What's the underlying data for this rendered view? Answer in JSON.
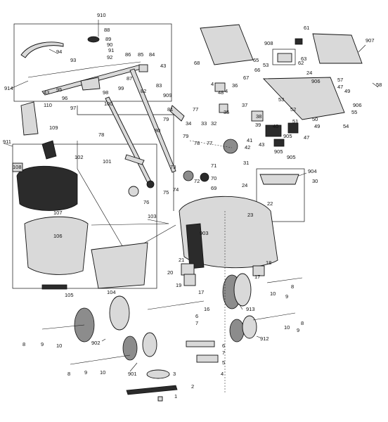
{
  "labels": [
    {
      "id": "910",
      "t": "910"
    },
    {
      "id": "88",
      "t": "88"
    },
    {
      "id": "89",
      "t": "89"
    },
    {
      "id": "90",
      "t": "90"
    },
    {
      "id": "91",
      "t": "91"
    },
    {
      "id": "92",
      "t": "92"
    },
    {
      "id": "94",
      "t": "94"
    },
    {
      "id": "93",
      "t": "93"
    },
    {
      "id": "914",
      "t": "914"
    },
    {
      "id": "43a",
      "t": "43"
    },
    {
      "id": "95",
      "t": "95"
    },
    {
      "id": "96",
      "t": "96"
    },
    {
      "id": "97",
      "t": "97"
    },
    {
      "id": "98",
      "t": "98"
    },
    {
      "id": "99",
      "t": "99"
    },
    {
      "id": "87",
      "t": "87"
    },
    {
      "id": "86",
      "t": "86"
    },
    {
      "id": "85",
      "t": "85"
    },
    {
      "id": "84",
      "t": "84"
    },
    {
      "id": "43b",
      "t": "43"
    },
    {
      "id": "83",
      "t": "83"
    },
    {
      "id": "82",
      "t": "82"
    },
    {
      "id": "100",
      "t": "100"
    },
    {
      "id": "110",
      "t": "110"
    },
    {
      "id": "109",
      "t": "109"
    },
    {
      "id": "911",
      "t": "911"
    },
    {
      "id": "108",
      "t": "108"
    },
    {
      "id": "107",
      "t": "107"
    },
    {
      "id": "106",
      "t": "106"
    },
    {
      "id": "105",
      "t": "105"
    },
    {
      "id": "104",
      "t": "104"
    },
    {
      "id": "103",
      "t": "103"
    },
    {
      "id": "102",
      "t": "102"
    },
    {
      "id": "101",
      "t": "101"
    },
    {
      "id": "78a",
      "t": "78"
    },
    {
      "id": "80",
      "t": "80"
    },
    {
      "id": "79a",
      "t": "79"
    },
    {
      "id": "79b",
      "t": "79"
    },
    {
      "id": "78b",
      "t": "78"
    },
    {
      "id": "909",
      "t": "909"
    },
    {
      "id": "81",
      "t": "81"
    },
    {
      "id": "77a",
      "t": "77"
    },
    {
      "id": "77b",
      "t": "77"
    },
    {
      "id": "73",
      "t": "73"
    },
    {
      "id": "72",
      "t": "72"
    },
    {
      "id": "71",
      "t": "71"
    },
    {
      "id": "70",
      "t": "70"
    },
    {
      "id": "74",
      "t": "74"
    },
    {
      "id": "75",
      "t": "75"
    },
    {
      "id": "76",
      "t": "76"
    },
    {
      "id": "69",
      "t": "69"
    },
    {
      "id": "68",
      "t": "68"
    },
    {
      "id": "67",
      "t": "67"
    },
    {
      "id": "66",
      "t": "66"
    },
    {
      "id": "65",
      "t": "65"
    },
    {
      "id": "53a",
      "t": "53"
    },
    {
      "id": "908",
      "t": "908"
    },
    {
      "id": "61",
      "t": "61"
    },
    {
      "id": "907",
      "t": "907"
    },
    {
      "id": "62",
      "t": "62"
    },
    {
      "id": "63",
      "t": "63"
    },
    {
      "id": "24a",
      "t": "24"
    },
    {
      "id": "58",
      "t": "58"
    },
    {
      "id": "906a",
      "t": "906"
    },
    {
      "id": "57",
      "t": "57"
    },
    {
      "id": "47a",
      "t": "47"
    },
    {
      "id": "49a",
      "t": "49"
    },
    {
      "id": "906b",
      "t": "906"
    },
    {
      "id": "55",
      "t": "55"
    },
    {
      "id": "54",
      "t": "54"
    },
    {
      "id": "48",
      "t": "48"
    },
    {
      "id": "4a",
      "t": "4"
    },
    {
      "id": "36",
      "t": "36"
    },
    {
      "id": "4b",
      "t": "4"
    },
    {
      "id": "35",
      "t": "35"
    },
    {
      "id": "37",
      "t": "37"
    },
    {
      "id": "53b",
      "t": "53"
    },
    {
      "id": "52",
      "t": "52"
    },
    {
      "id": "38",
      "t": "38"
    },
    {
      "id": "34",
      "t": "34"
    },
    {
      "id": "33",
      "t": "33"
    },
    {
      "id": "32",
      "t": "32"
    },
    {
      "id": "39",
      "t": "39"
    },
    {
      "id": "40",
      "t": "40"
    },
    {
      "id": "51",
      "t": "51"
    },
    {
      "id": "50",
      "t": "50"
    },
    {
      "id": "49b",
      "t": "49"
    },
    {
      "id": "905a",
      "t": "905"
    },
    {
      "id": "47b",
      "t": "47"
    },
    {
      "id": "41",
      "t": "41"
    },
    {
      "id": "42",
      "t": "42"
    },
    {
      "id": "43c",
      "t": "43"
    },
    {
      "id": "905b",
      "t": "905"
    },
    {
      "id": "905c",
      "t": "905"
    },
    {
      "id": "31",
      "t": "31"
    },
    {
      "id": "904",
      "t": "904"
    },
    {
      "id": "30",
      "t": "30"
    },
    {
      "id": "24b",
      "t": "24"
    },
    {
      "id": "23",
      "t": "23"
    },
    {
      "id": "22",
      "t": "22"
    },
    {
      "id": "903",
      "t": "903"
    },
    {
      "id": "21",
      "t": "21"
    },
    {
      "id": "20",
      "t": "20"
    },
    {
      "id": "19",
      "t": "19"
    },
    {
      "id": "18",
      "t": "18"
    },
    {
      "id": "17a",
      "t": "17"
    },
    {
      "id": "17b",
      "t": "17"
    },
    {
      "id": "16",
      "t": "16"
    },
    {
      "id": "913",
      "t": "913"
    },
    {
      "id": "8a",
      "t": "8"
    },
    {
      "id": "9a",
      "t": "9"
    },
    {
      "id": "10a",
      "t": "10"
    },
    {
      "id": "8b",
      "t": "8"
    },
    {
      "id": "9b",
      "t": "9"
    },
    {
      "id": "10b",
      "t": "10"
    },
    {
      "id": "912",
      "t": "912"
    },
    {
      "id": "6a",
      "t": "6"
    },
    {
      "id": "7a",
      "t": "7"
    },
    {
      "id": "6b",
      "t": "6"
    },
    {
      "id": "7b",
      "t": "7"
    },
    {
      "id": "5",
      "t": "5"
    },
    {
      "id": "4c",
      "t": "4"
    },
    {
      "id": "902",
      "t": "902"
    },
    {
      "id": "8c",
      "t": "8"
    },
    {
      "id": "9c",
      "t": "9"
    },
    {
      "id": "10c",
      "t": "10"
    },
    {
      "id": "901",
      "t": "901"
    },
    {
      "id": "8d",
      "t": "8"
    },
    {
      "id": "9d",
      "t": "9"
    },
    {
      "id": "10d",
      "t": "10"
    },
    {
      "id": "3",
      "t": "3"
    },
    {
      "id": "2",
      "t": "2"
    },
    {
      "id": "1",
      "t": "1"
    }
  ]
}
